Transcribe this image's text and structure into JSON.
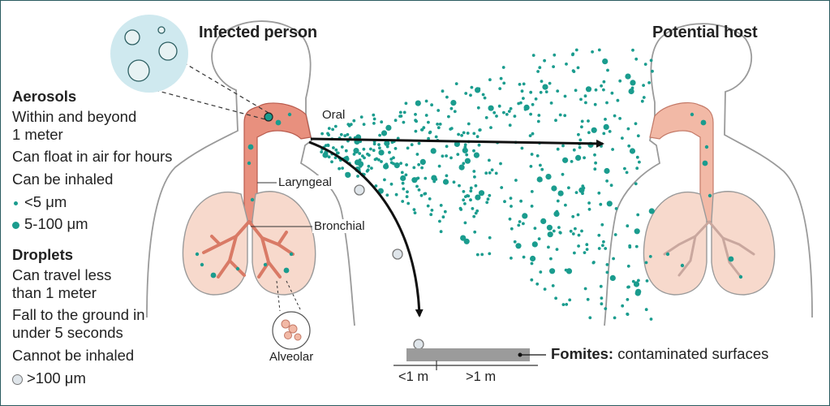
{
  "titles": {
    "infected": "Infected person",
    "host": "Potential host"
  },
  "legend": {
    "aerosols": {
      "heading": "Aerosols",
      "lines": [
        "Within and beyond",
        "1 meter",
        "Can float in air for hours",
        "Can be inhaled"
      ],
      "sizes": [
        {
          "label": "<5 μm",
          "color": "#1a9c8e"
        },
        {
          "label": "5-100 μm",
          "color": "#1a9c8e"
        }
      ]
    },
    "droplets": {
      "heading": "Droplets",
      "lines": [
        "Can travel less",
        "than 1 meter",
        "Fall to the ground in",
        "under 5 seconds",
        "Cannot be inhaled"
      ],
      "size": {
        "label": ">100 μm",
        "color": "#dfe5ea"
      }
    }
  },
  "anatomy": {
    "oral": "Oral",
    "laryngeal": "Laryngeal",
    "bronchial": "Bronchial",
    "alveolar": "Alveolar"
  },
  "fomites": {
    "bold": "Fomites:",
    "text": " contaminated surfaces"
  },
  "distance": {
    "near": "<1 m",
    "far": ">1 m"
  },
  "colors": {
    "aerosol": "#1a9c8e",
    "airway": "#e8907e",
    "lung": "#f7d9cc",
    "outline": "#999999",
    "surface": "#9b9b9b",
    "droplet": "#dfe5ea"
  }
}
